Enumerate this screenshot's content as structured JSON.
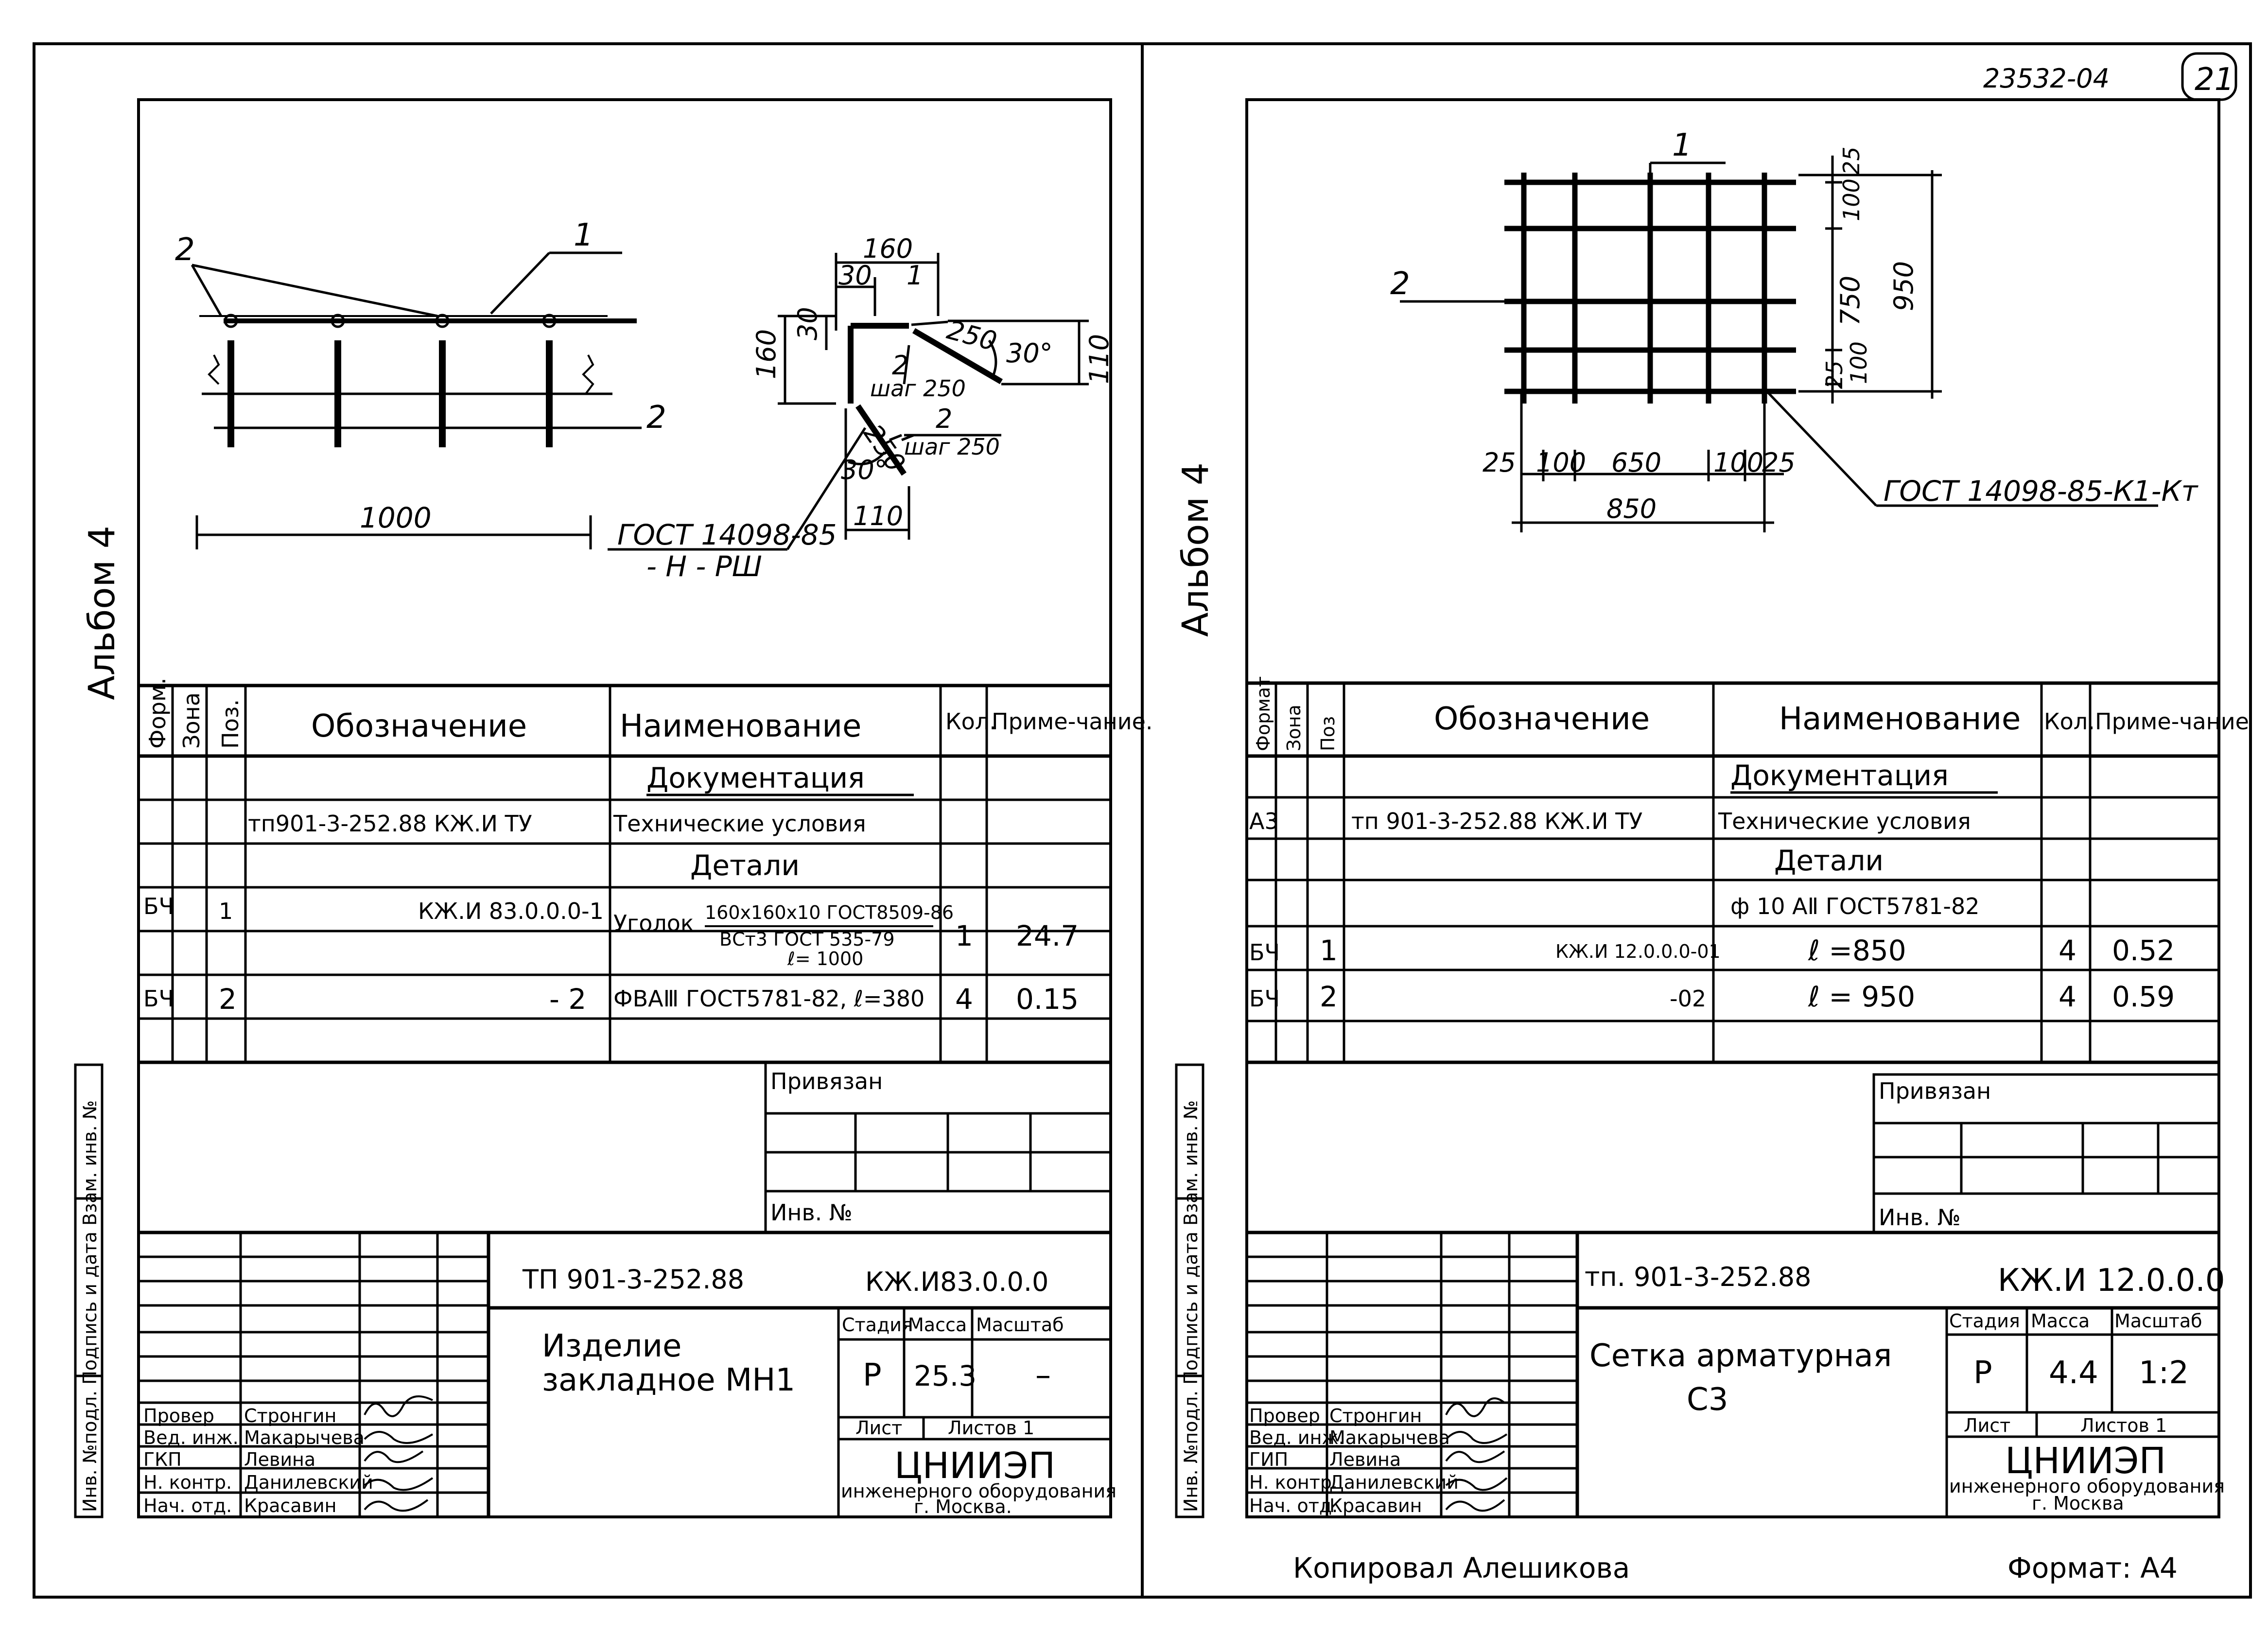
{
  "header": {
    "doc_number": "23532-04",
    "page_number": "21"
  },
  "album_label": "Альбом 4",
  "side_stamp": "Инв. №подл. Подпись и дата Взам. инв. №",
  "left_sheet": {
    "drawing": {
      "pos1": "1",
      "pos2a": "2",
      "pos2b": "2",
      "dim_length": "1000",
      "dim_160_top": "160",
      "dim_30_top": "30",
      "dim_pos1_small": "1",
      "dim_30_side": "30",
      "dim_160_side": "160",
      "dim_250_a": "250",
      "angle_a": "30°",
      "dim_110_a": "110",
      "pos2_step1_num": "2",
      "pos2_step1": "шаг 250",
      "dim_250_b": "250",
      "pos2_step2_num": "2",
      "pos2_step2": "шаг 250",
      "angle_b": "30°",
      "dim_110_b": "110",
      "gost_1": "ГОСТ 14098-85",
      "gost_2": "- Н - РШ"
    },
    "spec": {
      "headers": [
        "Форм.",
        "Зона",
        "Поз.",
        "Обозначение",
        "Наименование",
        "Кол.",
        "Приме-чание."
      ],
      "section_doc": "Документация",
      "row_tu": {
        "designation": "тп901-3-252.88      КЖ.И ТУ",
        "name": "Технические условия"
      },
      "section_parts": "Детали",
      "row_1": {
        "format": "БЧ",
        "pos": "1",
        "designation": "КЖ.И 83.0.0.0-1",
        "name_main": "Уголок",
        "name_frac_top": "160x160x10 ГОСТ8509-86",
        "name_frac_bottom": "ВСт3 ГОСТ 535-79",
        "name_len": "ℓ= 1000",
        "qty": "1",
        "note": "24.7"
      },
      "row_2": {
        "format": "БЧ",
        "pos": "2",
        "designation": "- 2",
        "name": "ФВАⅢ ГОСТ5781-82, ℓ=380",
        "qty": "4",
        "note": "0.15"
      }
    },
    "privyazan": "Привязан",
    "inv_no": "Инв. №",
    "title_block": {
      "project": "ТП 901-3-252.88",
      "code": "КЖ.И83.0.0.0",
      "title_line1": "Изделие",
      "title_line2": "закладное МН1",
      "stage_label": "Стадия",
      "mass_label": "Масса",
      "scale_label": "Масштаб",
      "stage": "Р",
      "mass": "25.3",
      "scale": "–",
      "sheet_label": "Лист",
      "sheets_label": "Листов 1",
      "org_name": "ЦНИИЭП",
      "org_line2": "инженерного оборудования",
      "org_line3": "г. Москва.",
      "roles": [
        "Провер",
        "Вед. инж.",
        "ГКП",
        "Н. контр.",
        "Нач. отд."
      ],
      "names": [
        "Стронгин",
        "Макарычева",
        "Левина",
        "Данилевский",
        "Красавин"
      ]
    }
  },
  "right_sheet": {
    "drawing": {
      "pos1": "1",
      "pos2": "2",
      "dim_25_top": "25",
      "dim_100_top": "100",
      "dim_750": "750",
      "dim_950": "950",
      "dim_25_bot": "25",
      "dim_100_bot": "100",
      "dim_h_25a": "25",
      "dim_h_100a": "100",
      "dim_h_650": "650",
      "dim_h_100b": "100",
      "dim_h_25b": "25",
      "dim_h_850": "850",
      "gost": "ГОСТ 14098-85-К1-Кт"
    },
    "spec": {
      "headers": [
        "Формат",
        "Зона",
        "Поз",
        "Обозначение",
        "Наименование",
        "Кол.",
        "Приме-чание"
      ],
      "section_doc": "Документация",
      "row_tu": {
        "format": "А3",
        "designation": "тп 901-3-252.88 КЖ.И ТУ",
        "name": "Технические условия"
      },
      "section_parts": "Детали",
      "subsection": "ф 10 АⅡ ГОСТ5781-82",
      "row_1": {
        "format": "БЧ",
        "pos": "1",
        "designation": "КЖ.И 12.0.0.0-01",
        "name": "ℓ =850",
        "qty": "4",
        "note": "0.52"
      },
      "row_2": {
        "format": "БЧ",
        "pos": "2",
        "designation": "-02",
        "name": "ℓ = 950",
        "qty": "4",
        "note": "0.59"
      }
    },
    "privyazan": "Привязан",
    "inv_no": "Инв. №",
    "title_block": {
      "project": "тп. 901-3-252.88",
      "code": "КЖ.И 12.0.0.0",
      "title_line1": "Сетка арматурная",
      "title_line2": "С3",
      "stage_label": "Стадия",
      "mass_label": "Масса",
      "scale_label": "Масштаб",
      "stage": "Р",
      "mass": "4.4",
      "scale": "1:2",
      "sheet_label": "Лист",
      "sheets_label": "Листов 1",
      "org_name": "ЦНИИЭП",
      "org_line2": "инженерного оборудования",
      "org_line3": "г. Москва",
      "roles": [
        "Провер",
        "Вед. инж.",
        "ГИП",
        "Н. контр.",
        "Нач. отд."
      ],
      "names": [
        "Стронгин",
        "Макарычева",
        "Левина",
        "Данилевский",
        "Красавин"
      ]
    }
  },
  "footer": {
    "copied_by": "Копировал Алешикова",
    "format": "Формат: А4"
  }
}
